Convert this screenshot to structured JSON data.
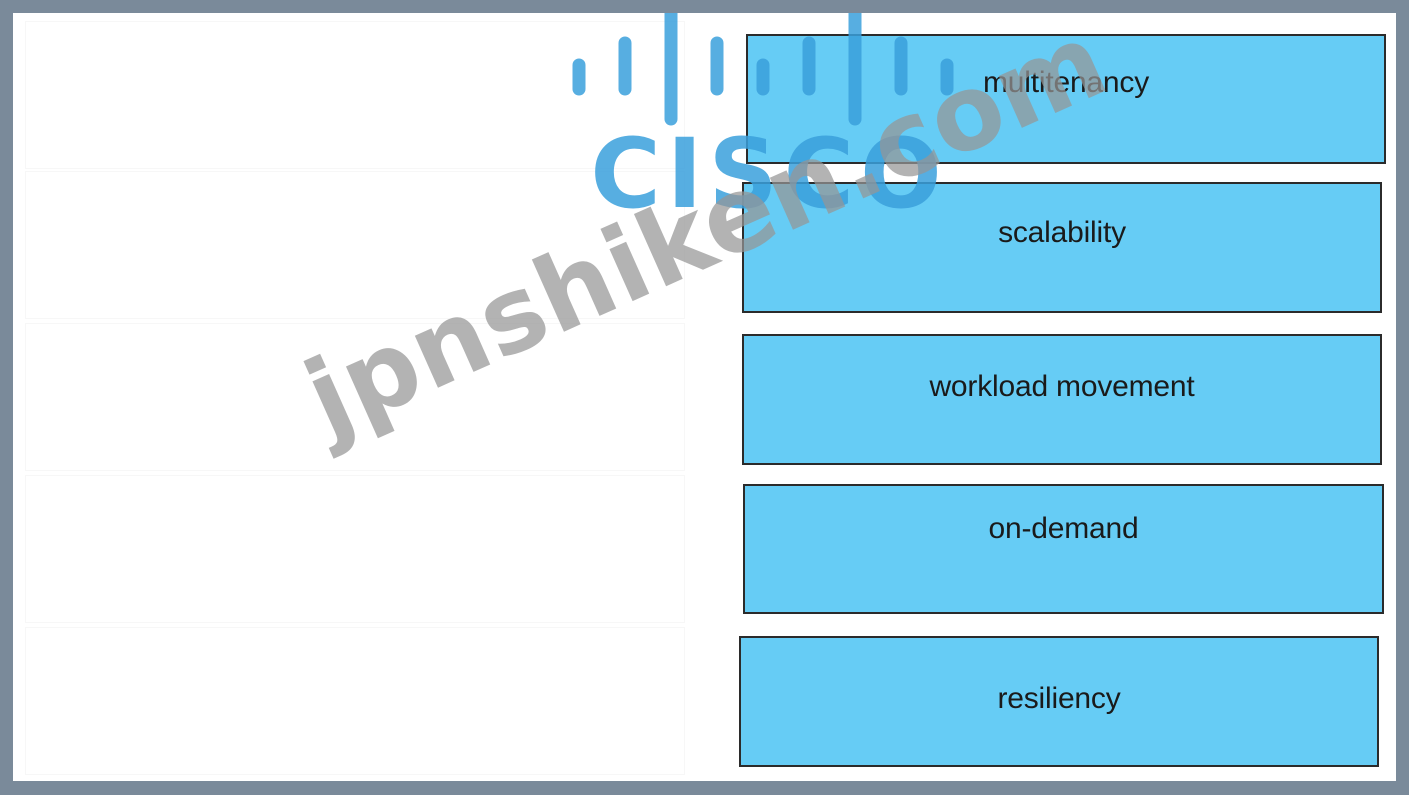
{
  "options": [
    {
      "label": "multitenancy"
    },
    {
      "label": "scalability"
    },
    {
      "label": "workload movement"
    },
    {
      "label": "on-demand"
    },
    {
      "label": "resiliency"
    }
  ],
  "watermark": {
    "logo_text": "CISCO",
    "site_text": "jpnshiken.com"
  },
  "colors": {
    "option_fill": "#66ccf5",
    "option_border": "#2b2b2b",
    "background": "#ffffff",
    "frame": "#7a8a9a",
    "logo": "#3aa0dc"
  }
}
